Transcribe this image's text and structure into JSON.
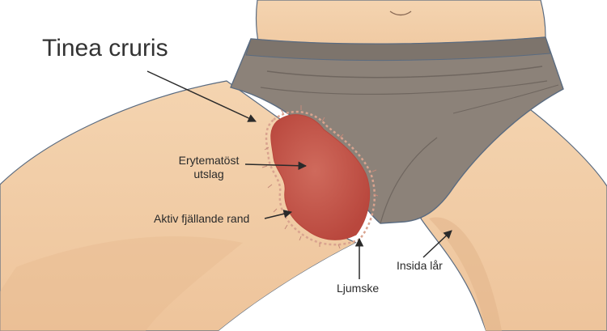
{
  "diagram": {
    "title": "Tinea cruris",
    "labels": {
      "erythema_line1": "Erytematöst",
      "erythema_line2": "utslag",
      "active_border": "Aktiv fjällande rand",
      "groin": "Ljumske",
      "inner_thigh": "Insida lår"
    }
  },
  "colors": {
    "skin": "#f1cda6",
    "skin_shadow": "#e2b48a",
    "underwear": "#8c8279",
    "underwear_dark": "#6f665f",
    "rash": "#c95a4e",
    "rash_dark": "#b8463c",
    "outline": "#5a6b80",
    "arrow": "#2a2a2a"
  }
}
